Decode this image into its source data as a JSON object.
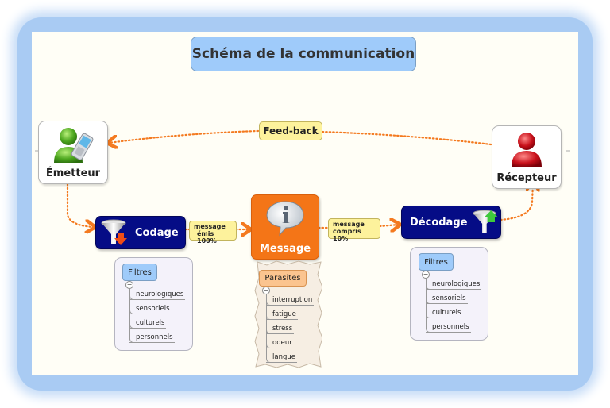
{
  "diagram": {
    "title": "Schéma de la communication",
    "emitter": {
      "label": "Émetteur",
      "icon": "user-phone-icon"
    },
    "receiver": {
      "label": "Récepteur",
      "icon": "user-icon"
    },
    "feedback": {
      "label": "Feed-back"
    },
    "coding": {
      "label": "Codage",
      "icon": "funnel-down-icon"
    },
    "decoding": {
      "label": "Décodage",
      "icon": "funnel-up-icon"
    },
    "message": {
      "label": "Message",
      "icon": "info-bubble-icon"
    },
    "note_sent": {
      "line1": "message",
      "line2": "émis 100%"
    },
    "note_understood": {
      "line1": "message",
      "line2": "compris 10%"
    },
    "filters_left": {
      "title": "Filtres",
      "items": [
        "neurologiques",
        "sensoriels",
        "culturels",
        "personnels"
      ]
    },
    "filters_right": {
      "title": "Filtres",
      "items": [
        "neurologiques",
        "sensoriels",
        "culturels",
        "personnels"
      ]
    },
    "parasites": {
      "title": "Parasites",
      "items": [
        "interruption",
        "fatigue",
        "stress",
        "odeur",
        "langue"
      ]
    },
    "colors": {
      "connector": "#f47a20",
      "dark_node": "#050c86",
      "message_node": "#f47517",
      "title_bg": "#9fcbfa",
      "note_bg": "#fdf29c",
      "frame": "#a9cbf3"
    }
  }
}
